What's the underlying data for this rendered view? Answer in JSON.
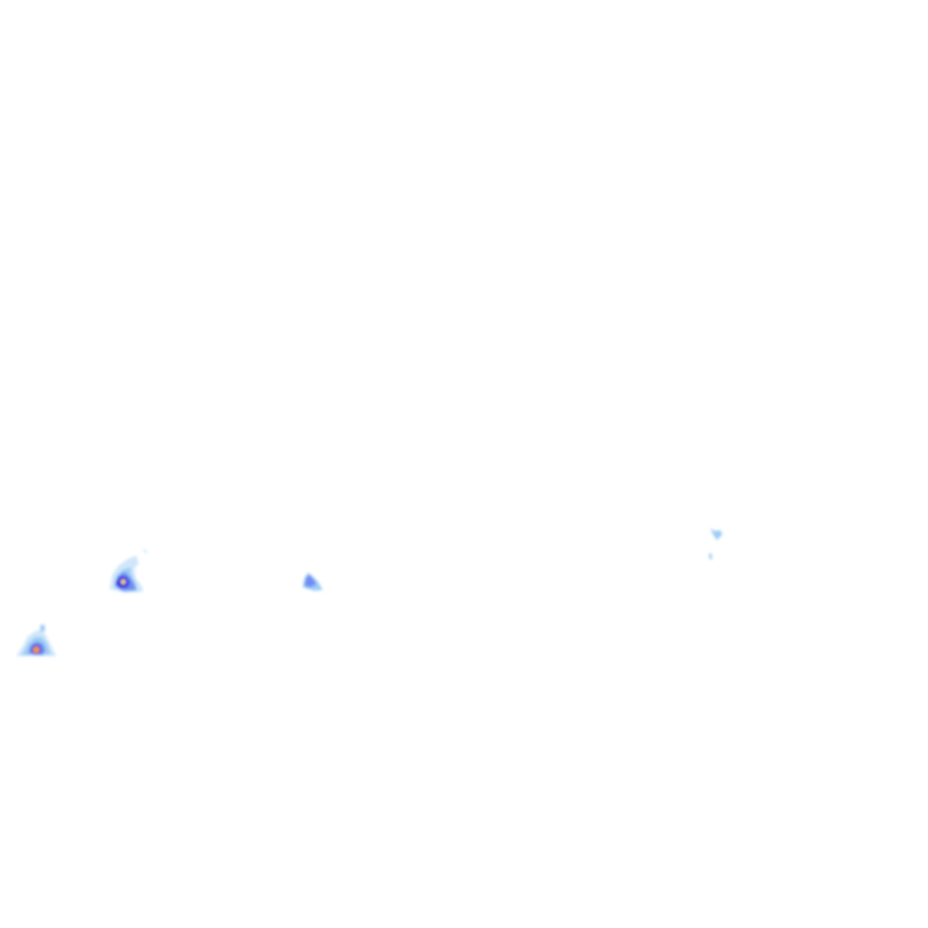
{
  "map": {
    "type": "precipitation radar overlay tile",
    "background_color": "#ffffff",
    "intensity_palette": {
      "very_light": "#cfe6fb",
      "light": "#9dccf5",
      "moderate": "#6f8cf2",
      "heavy": "#3a2fe0",
      "very_heavy": "#f29a1e",
      "extreme": "#f7e04a"
    },
    "echoes": [
      {
        "id": "echo-west",
        "peak_intensity": "very_heavy"
      },
      {
        "id": "echo-west-central",
        "peak_intensity": "extreme"
      },
      {
        "id": "echo-central",
        "peak_intensity": "moderate"
      },
      {
        "id": "echo-east",
        "peak_intensity": "light"
      }
    ]
  }
}
